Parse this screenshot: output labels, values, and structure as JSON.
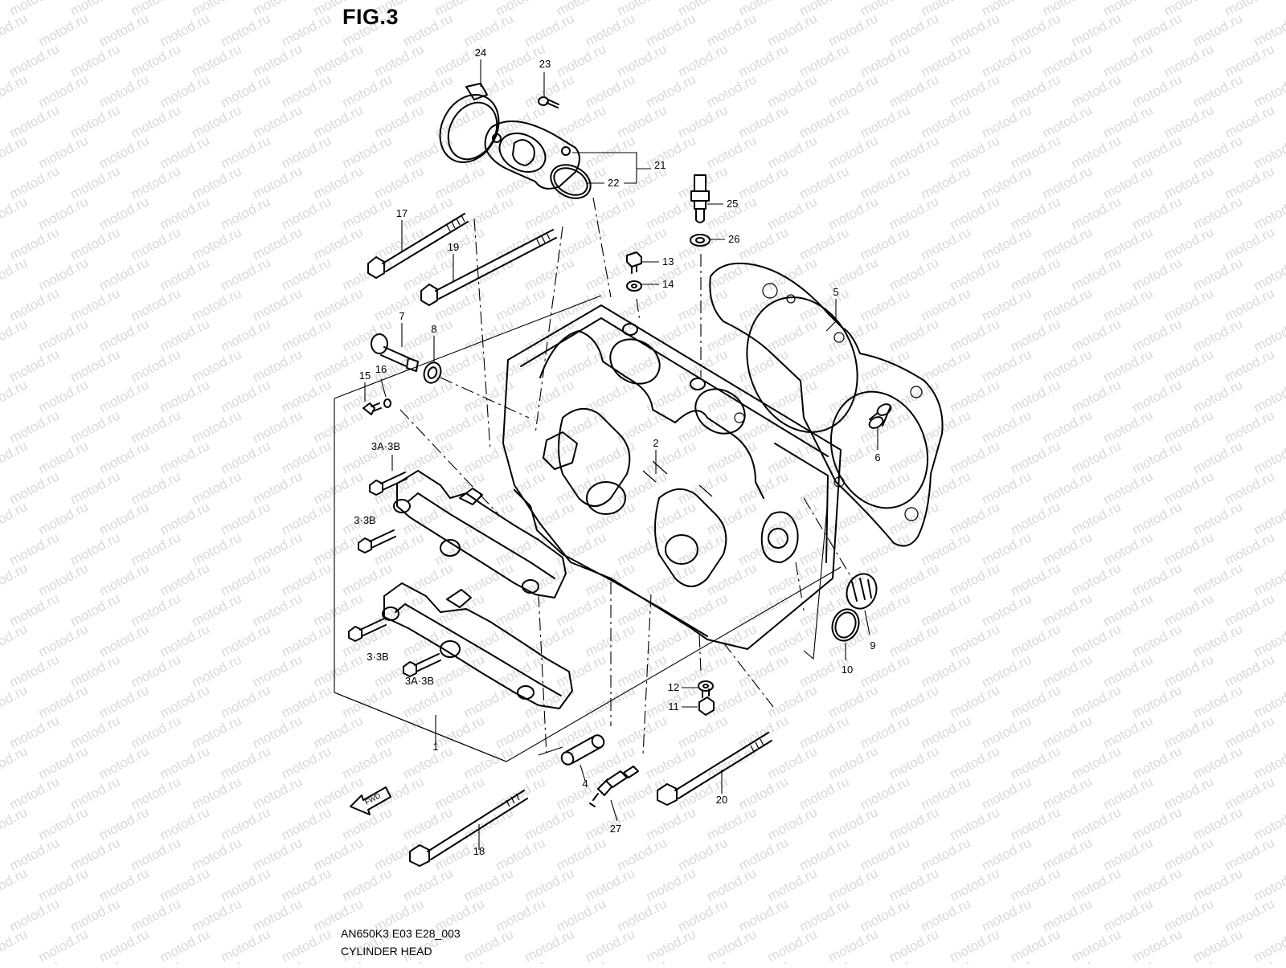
{
  "figure": {
    "title": "FIG.3",
    "code": "AN650K3 E03 E28_003",
    "caption": "CYLINDER HEAD",
    "watermark": "motod.ru",
    "direction_marker": "FWD"
  },
  "callouts": [
    {
      "id": "c24",
      "text": "24"
    },
    {
      "id": "c23",
      "text": "23"
    },
    {
      "id": "c21",
      "text": "21"
    },
    {
      "id": "c22",
      "text": "22"
    },
    {
      "id": "c25",
      "text": "25"
    },
    {
      "id": "c26",
      "text": "26"
    },
    {
      "id": "c17",
      "text": "17"
    },
    {
      "id": "c19",
      "text": "19"
    },
    {
      "id": "c13",
      "text": "13"
    },
    {
      "id": "c14",
      "text": "14"
    },
    {
      "id": "c5",
      "text": "5"
    },
    {
      "id": "c7",
      "text": "7"
    },
    {
      "id": "c8",
      "text": "8"
    },
    {
      "id": "c15",
      "text": "15"
    },
    {
      "id": "c16",
      "text": "16"
    },
    {
      "id": "c2",
      "text": "2"
    },
    {
      "id": "c6",
      "text": "6"
    },
    {
      "id": "c3ab_top",
      "text": "3A·3B"
    },
    {
      "id": "c3b_top",
      "text": "3·3B"
    },
    {
      "id": "c3b_bot",
      "text": "3·3B"
    },
    {
      "id": "c3ab_bot",
      "text": "3A·3B"
    },
    {
      "id": "c9",
      "text": "9"
    },
    {
      "id": "c10",
      "text": "10"
    },
    {
      "id": "c12",
      "text": "12"
    },
    {
      "id": "c11",
      "text": "11"
    },
    {
      "id": "c1",
      "text": "1"
    },
    {
      "id": "c4",
      "text": "4"
    },
    {
      "id": "c20",
      "text": "20"
    },
    {
      "id": "c27",
      "text": "27"
    },
    {
      "id": "c18",
      "text": "18"
    }
  ]
}
